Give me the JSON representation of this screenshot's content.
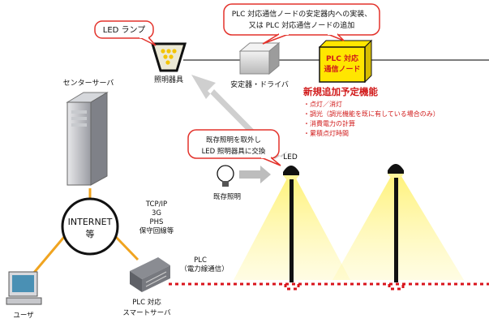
{
  "colors": {
    "callout_border": "#e3322b",
    "plc_dashed_line": "#d9131b",
    "network_line": "#f0a420",
    "light_beam": "#fff27a",
    "new_node_box": "#ffe600",
    "new_feature_text": "#d11a1a"
  },
  "callouts": {
    "led_lamp": "LED ランプ",
    "plc_node_line1": "PLC 対応通信ノードの安定器内への実装、",
    "plc_node_line2": "又は PLC 対応通信ノードの追加",
    "replace_line1": "既存照明を取外し",
    "replace_line2": "LED 照明器具に交換"
  },
  "labels": {
    "center_server": "センターサーバ",
    "lighting_fixture": "照明器具",
    "ballast_driver": "安定器・ドライバ",
    "plc_node_box_line1": "PLC 対応",
    "plc_node_box_line2": "通信ノード",
    "led": "LED",
    "existing_light": "既存照明",
    "internet_line1": "INTERNET",
    "internet_line2": "等",
    "comm_methods": [
      "TCP/IP",
      "3G",
      "PHS",
      "保守回線等"
    ],
    "plc_line1": "PLC",
    "plc_line2": "（電力線通信）",
    "user": "ユーザ",
    "smart_server_line1": "PLC 対応",
    "smart_server_line2": "スマートサーバ"
  },
  "new_features": {
    "title": "新規追加予定機能",
    "items": [
      "・点灯／消灯",
      "・調光（調光機能を既に有している場合のみ）",
      "・消費電力の計算",
      "・累積点灯時間"
    ]
  },
  "icons": [
    "led-lamp-icon",
    "ballast-box-icon",
    "plc-node-box-icon",
    "server-tower-icon",
    "existing-bulb-icon",
    "street-lamp-icon",
    "computer-icon",
    "smart-server-icon",
    "internet-circle-icon"
  ]
}
